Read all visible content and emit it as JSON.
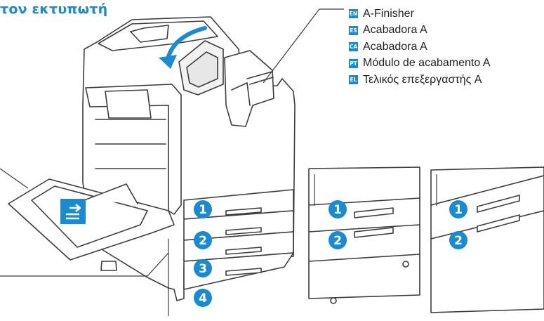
{
  "heading": "τον εκτυπωτή",
  "legend": [
    {
      "code": "EN",
      "label": "A-Finisher"
    },
    {
      "code": "ES",
      "label": "Acabadora A"
    },
    {
      "code": "CA",
      "label": "Acabadora A"
    },
    {
      "code": "PT",
      "label": "Módulo de acabamento A"
    },
    {
      "code": "EL",
      "label": "Τελικός επεξεργαστής A"
    }
  ],
  "trays": {
    "main": [
      "1",
      "2",
      "3",
      "4"
    ],
    "middle": [
      "1",
      "2"
    ],
    "right": [
      "1",
      "2"
    ]
  },
  "colors": {
    "accent": "#1a8bd0",
    "text": "#231f20",
    "line": "#3c3c3c"
  },
  "icons": {
    "bypass_tray": "paper-feed-icon"
  }
}
